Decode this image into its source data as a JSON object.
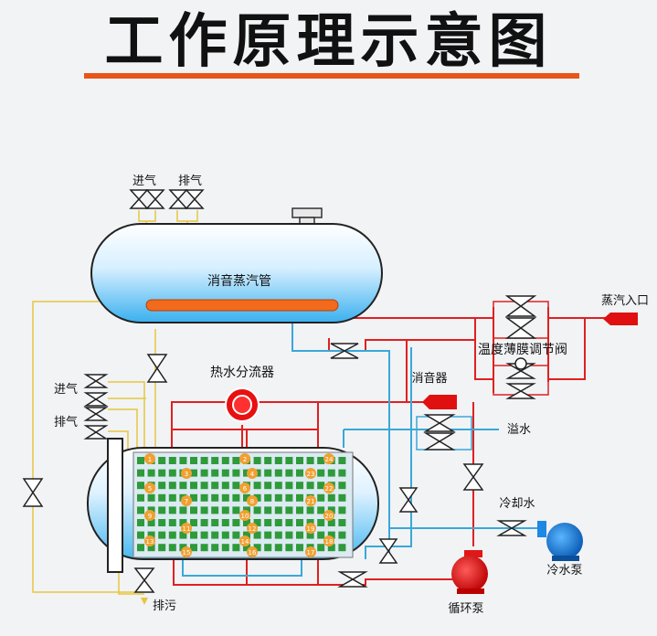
{
  "title": "工作原理示意图",
  "labels": {
    "top_inlet": "进气",
    "top_vent": "排气",
    "tank_name": "消音蒸汽管",
    "steam_inlet": "蒸汽入口",
    "thermo_valve": "温度薄膜调节阀",
    "hot_water_header": "热水分流器",
    "muffler": "消音器",
    "overflow": "溢水",
    "left_inlet": "进气",
    "left_vent": "排气",
    "cooling_water": "冷却水",
    "drain": "排污",
    "circulation_pump": "循环泵",
    "cold_water_pump": "冷水泵"
  },
  "tube_numbers": [
    "1",
    "2",
    "24",
    "3",
    "4",
    "23",
    "5",
    "6",
    "22",
    "7",
    "8",
    "21",
    "9",
    "10",
    "20",
    "11",
    "12",
    "19",
    "13",
    "14",
    "18",
    "15",
    "16",
    "17"
  ],
  "colors": {
    "title_underline": "#e8551a",
    "steam_line": "#e02020",
    "water_line": "#3aa8d8",
    "vent_line": "#e8c640",
    "tube_green": "#2e9a3a",
    "tube_orange": "#f0a030",
    "pump_red": "#e01818",
    "pump_blue": "#1e88e5"
  }
}
